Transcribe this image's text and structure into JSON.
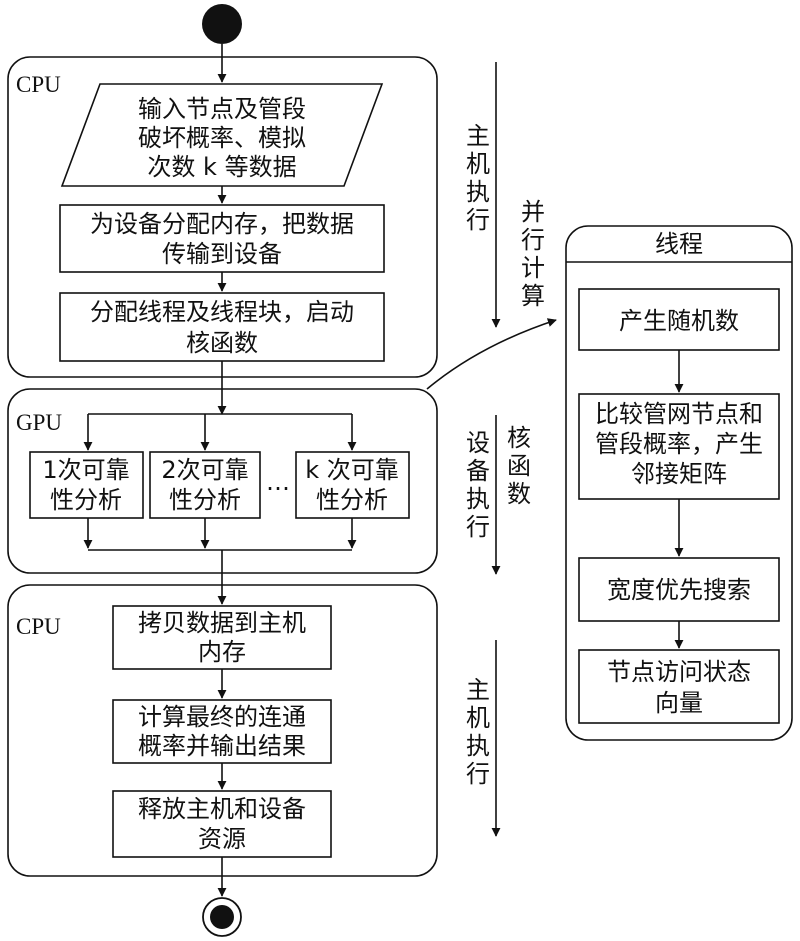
{
  "regions": {
    "cpu_top": "CPU",
    "gpu": "GPU",
    "cpu_bottom": "CPU",
    "thread_title": "线程"
  },
  "cpu_top_steps": {
    "input": [
      "输入节点及管段",
      "破坏概率、模拟",
      "次数 k 等数据"
    ],
    "alloc_mem": [
      "为设备分配内存，把数据",
      "传输到设备"
    ],
    "alloc_threads": [
      "分配线程及线程块，启动",
      "核函数"
    ]
  },
  "gpu_tasks": {
    "task1": [
      "1次可靠",
      "性分析"
    ],
    "task2": [
      "2次可靠",
      "性分析"
    ],
    "ellipsis": "…",
    "taskk": [
      "k 次可靠",
      "性分析"
    ]
  },
  "cpu_bottom_steps": {
    "copy": [
      "拷贝数据到主机",
      "内存"
    ],
    "compute": [
      "计算最终的连通",
      "概率并输出结果"
    ],
    "release": [
      "释放主机和设备",
      "资源"
    ]
  },
  "thread_steps": {
    "random": [
      "产生随机数"
    ],
    "compare": [
      "比较管网节点和",
      "管段概率，产生",
      "邻接矩阵"
    ],
    "bfs": [
      "宽度优先搜索"
    ],
    "state": [
      "节点访问状态",
      "向量"
    ]
  },
  "side_labels": {
    "host_exec_top": [
      "主",
      "机",
      "执",
      "行"
    ],
    "parallel": [
      "并",
      "行",
      "计",
      "算"
    ],
    "device_exec": [
      "设",
      "备",
      "执",
      "行"
    ],
    "kernel": [
      "核",
      "函",
      "数"
    ],
    "host_exec_bottom": [
      "主",
      "机",
      "执",
      "行"
    ]
  }
}
